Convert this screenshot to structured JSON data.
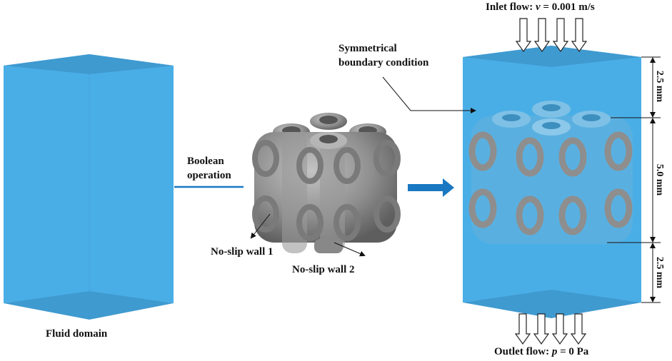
{
  "labels": {
    "fluid_domain": "Fluid domain",
    "boolean_line1": "Boolean",
    "boolean_line2": "operation",
    "no_slip_1": "No-slip wall 1",
    "no_slip_2": "No-slip wall 2",
    "symmetrical_line1": "Symmetrical",
    "symmetrical_line2": "boundary condition",
    "inlet_prefix": "Inlet flow: ",
    "inlet_var": "v",
    "inlet_value": " = 0.001 m/s",
    "outlet_prefix": "Outlet flow: ",
    "outlet_var": "p",
    "outlet_value": " = 0 Pa",
    "dim_top": "2.5 mm",
    "dim_middle": "5.0 mm",
    "dim_bottom": "2.5 mm"
  },
  "colors": {
    "fluid_face": "#4aaee6",
    "fluid_cap": "#3f9ad0",
    "scaffold": "#8e8e8e",
    "arrow_blue": "#1a78c2"
  }
}
